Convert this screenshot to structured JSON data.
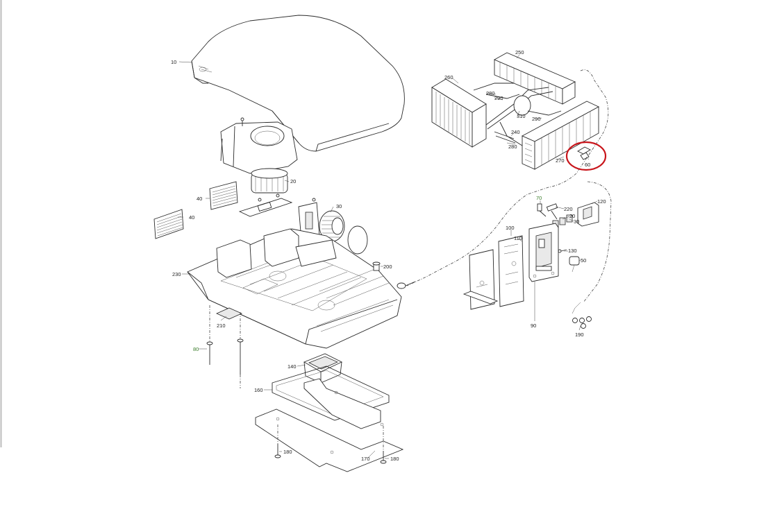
{
  "diagram": {
    "callouts": {
      "c10": "10",
      "c20a": "20",
      "c20b": "20",
      "c30a": "30",
      "c30b": "30",
      "c40a": "40",
      "c40b": "40",
      "c50": "50",
      "c60": "60",
      "c70": "70",
      "c80": "80",
      "c90": "90",
      "c100": "100",
      "c110": "110",
      "c120": "120",
      "c130": "130",
      "c140": "140",
      "c160": "160",
      "c170": "170",
      "c180a": "180",
      "c180b": "180",
      "c190": "190",
      "c200": "200",
      "c210": "210",
      "c220": "220",
      "c230": "230",
      "c240": "240",
      "c250": "250",
      "c260": "260",
      "c270": "270",
      "c280a": "280",
      "c280b": "280",
      "c290a": "290",
      "c290b": "290",
      "c310": "310"
    },
    "highlight_color": "#c8151b",
    "line_color": "#2a2a2a",
    "callout_color_green": "#3a7d2a"
  }
}
